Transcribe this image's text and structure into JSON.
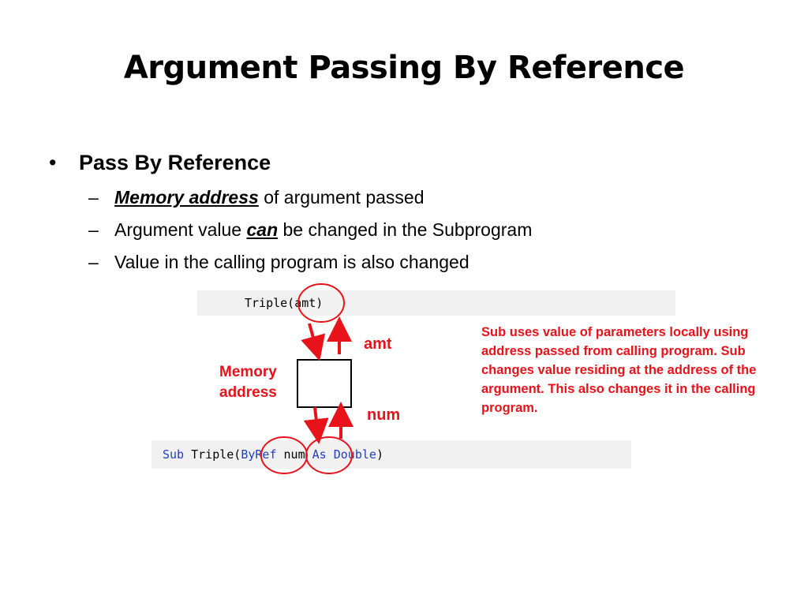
{
  "slide": {
    "title": "Argument Passing By Reference",
    "bullet": "Pass By Reference",
    "subpoints": [
      {
        "pre": "",
        "emph": "Memory address",
        "post": " of argument passed"
      },
      {
        "pre": "Argument value ",
        "emph": "can",
        "post": " be changed in the Subprogram"
      },
      {
        "pre": "Value in the calling program is also changed",
        "emph": "",
        "post": ""
      }
    ]
  },
  "diagram": {
    "call_code": "Triple(amt)",
    "sub_code": {
      "kw_sub": "Sub",
      "name": " Triple(",
      "kw_byref": "ByRef",
      "space": " ",
      "param": "num",
      "kw_as": " As Double",
      "close": ")"
    },
    "labels": {
      "amt": "amt",
      "num": "num",
      "memory_line1": "Memory",
      "memory_line2": "address"
    },
    "note": "Sub uses value of parameters locally using address passed from calling program.  Sub changes value residing at the address of the argument.  This also changes it in the calling program.",
    "colors": {
      "accent_red": "#e8121b",
      "keyword_blue": "#1f3fbf",
      "code_bg": "#f1f1f1"
    }
  }
}
